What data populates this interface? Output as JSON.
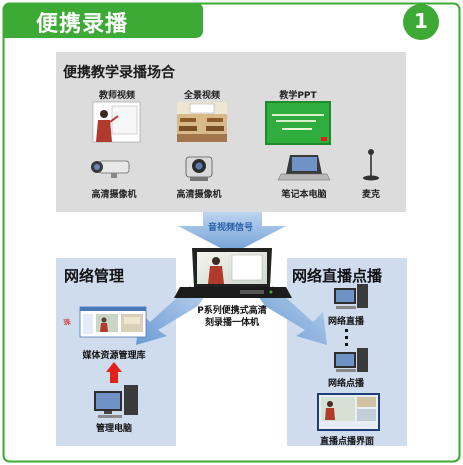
{
  "header": {
    "title": "便携录播",
    "step_number": "1"
  },
  "top_section": {
    "title": "便携教学录播场合",
    "sources": [
      {
        "label": "教师视频"
      },
      {
        "label": "全景视频"
      },
      {
        "label": "教学PPT"
      }
    ],
    "devices": [
      {
        "label": "高清摄像机"
      },
      {
        "label": "高清摄像机"
      },
      {
        "label": "笔记本电脑"
      },
      {
        "label": "麦克"
      }
    ]
  },
  "signal_label": "音视频信号",
  "center_device": {
    "label_line1": "P系列便携式高清",
    "label_line2": "刻录播一体机"
  },
  "left_panel": {
    "title": "网络管理",
    "library_label": "媒体资源管理库",
    "computer_label": "管理电脑"
  },
  "right_panel": {
    "title": "网络直播点播",
    "items": [
      {
        "label": "网络直播"
      },
      {
        "label": "网络点播"
      },
      {
        "label": "直播点播界面"
      }
    ]
  },
  "colors": {
    "green": "#3daa35",
    "panel_gray": "#dcdcdc",
    "panel_blue": "#cfdcee",
    "arrow_blue": "#7aa6d8"
  }
}
